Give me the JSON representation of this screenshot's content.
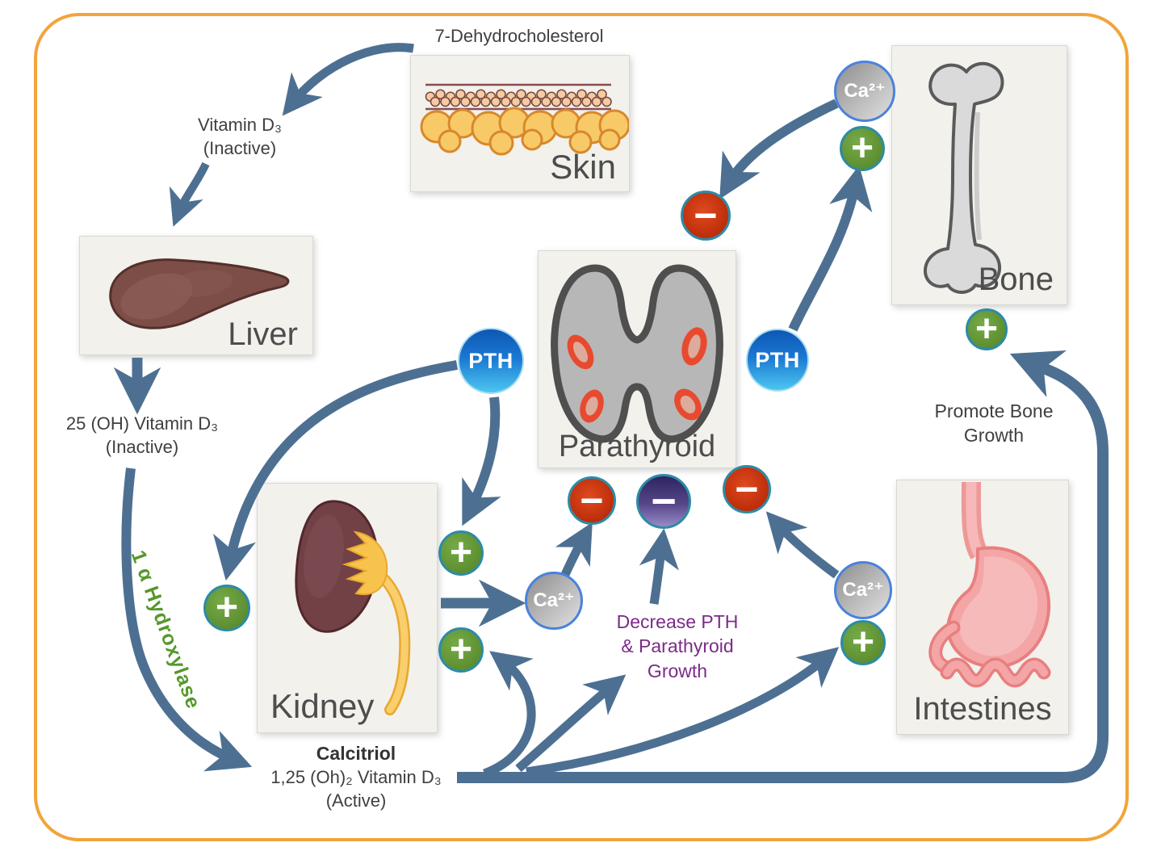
{
  "badges": {
    "pth": "PTH",
    "calcium": "Ca²⁺",
    "plus": "+",
    "minus": "−"
  },
  "organs": {
    "skin": "Skin",
    "liver": "Liver",
    "kidney": "Kidney",
    "parathyroid": "Parathyroid",
    "bone": "Bone",
    "intestines": "Intestines"
  },
  "labels": {
    "dehydrocholesterol": "7-Dehydrocholesterol",
    "vitamin_d3": "Vitamin D₃",
    "vitamin_d3_state": "(Inactive)",
    "vitamin_d25": "25 (OH) Vitamin D₃",
    "vitamin_d25_state": "(Inactive)",
    "enzyme": "1 α Hydroxylase",
    "calcitriol": "Calcitriol",
    "calcitriol_formula": "1,25 (Oh)₂ Vitamin D₃",
    "calcitriol_state": "(Active)",
    "decrease_1": "Decrease PTH",
    "decrease_2": "& Parathyroid",
    "decrease_3": "Growth",
    "promote_1": "Promote Bone",
    "promote_2": "Growth"
  },
  "colors": {
    "arrow": "#4d7092",
    "frame_orange": "#f2a43b",
    "plus_green": "#5f9331",
    "minus_red": "#c32706",
    "minus_purple": "#4b3585",
    "pth_blue": "#1a78d2",
    "calcium_gray": "#aaaaaa",
    "enzyme_green": "#55982c",
    "decrease_purple": "#7b2b88",
    "box_fill": "#f2f1ec"
  }
}
